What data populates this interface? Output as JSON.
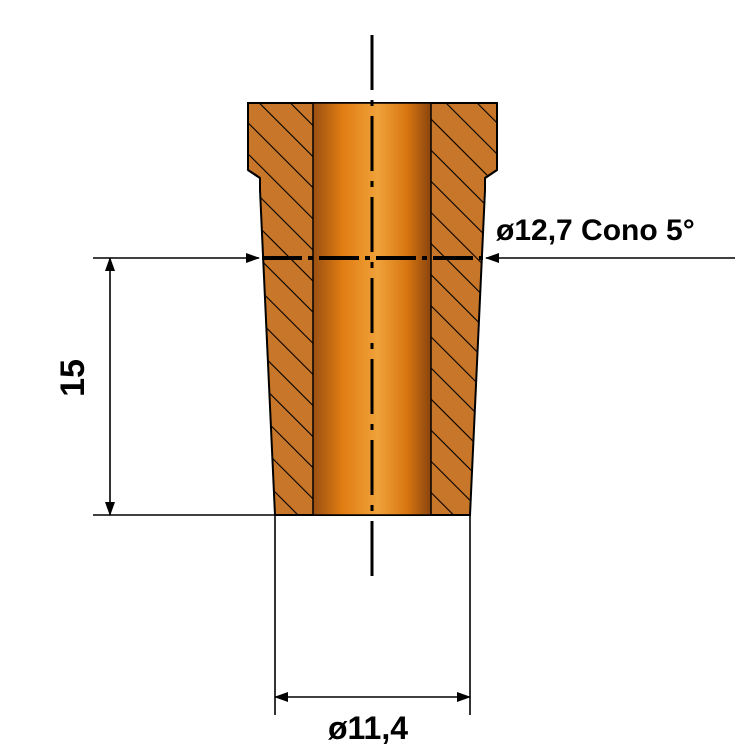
{
  "dimensions": {
    "height_label": "15",
    "top_diameter_label": "ø12,7 Cono 5°",
    "bottom_diameter_label": "ø11,4"
  },
  "colors": {
    "body_fill": "#c8772a",
    "bore_dark": "#9a4f12",
    "bore_mid": "#e07d12",
    "bore_light": "#f0a23a",
    "hatch_stroke": "#000000",
    "line": "#000000"
  }
}
